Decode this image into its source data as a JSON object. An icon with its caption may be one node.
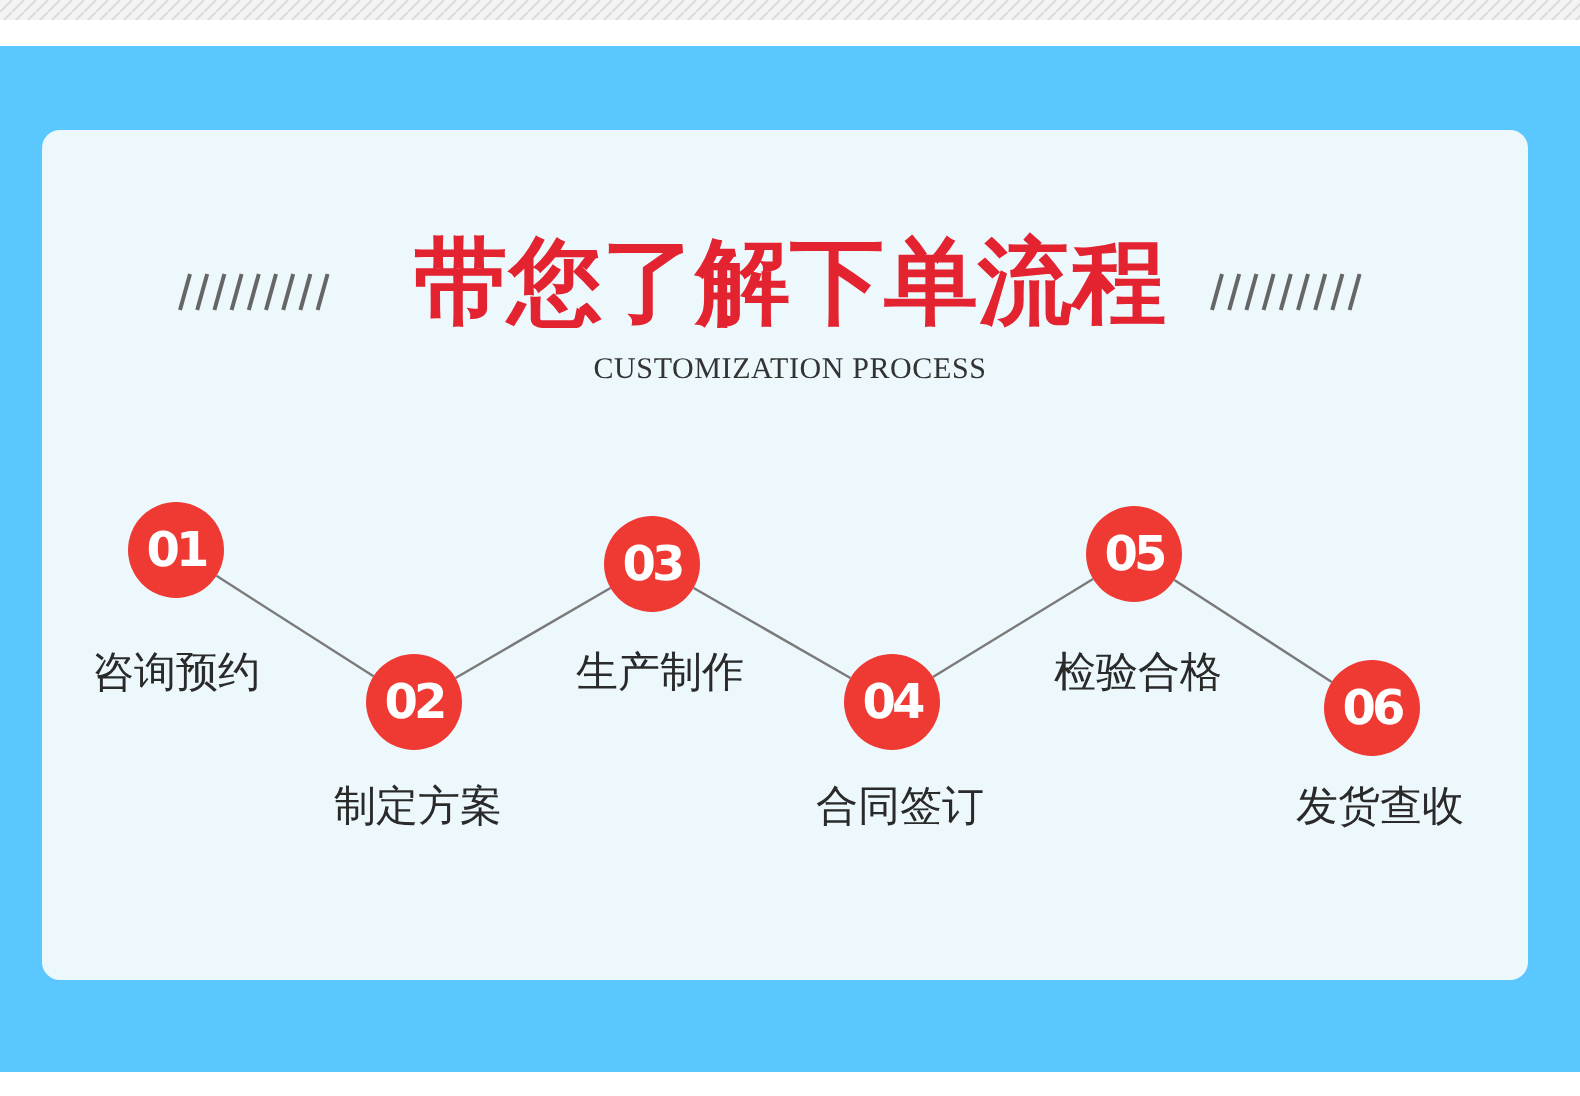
{
  "diagram": {
    "title": "带您了解下单流程",
    "caption": "CUSTOMIZATION PROCESS",
    "nodes": [
      {
        "text": [
          "01"
        ],
        "beside": [
          "咨询预约"
        ]
      },
      {
        "text": [
          "02"
        ],
        "beside": [
          "制定方案"
        ]
      },
      {
        "text": [
          "03"
        ],
        "beside": [
          "生产制作"
        ]
      },
      {
        "text": [
          "04"
        ],
        "beside": [
          "合同签订"
        ]
      },
      {
        "text": [
          "05"
        ],
        "beside": [
          "检验合格"
        ]
      },
      {
        "text": [
          "06"
        ],
        "beside": [
          "发货查收"
        ]
      }
    ],
    "edges": [
      {
        "from": 0,
        "to": 1,
        "arrow": "none"
      },
      {
        "from": 1,
        "to": 2,
        "arrow": "none"
      },
      {
        "from": 2,
        "to": 3,
        "arrow": "none"
      },
      {
        "from": 3,
        "to": 4,
        "arrow": "none"
      },
      {
        "from": 4,
        "to": 5,
        "arrow": "none"
      }
    ]
  }
}
